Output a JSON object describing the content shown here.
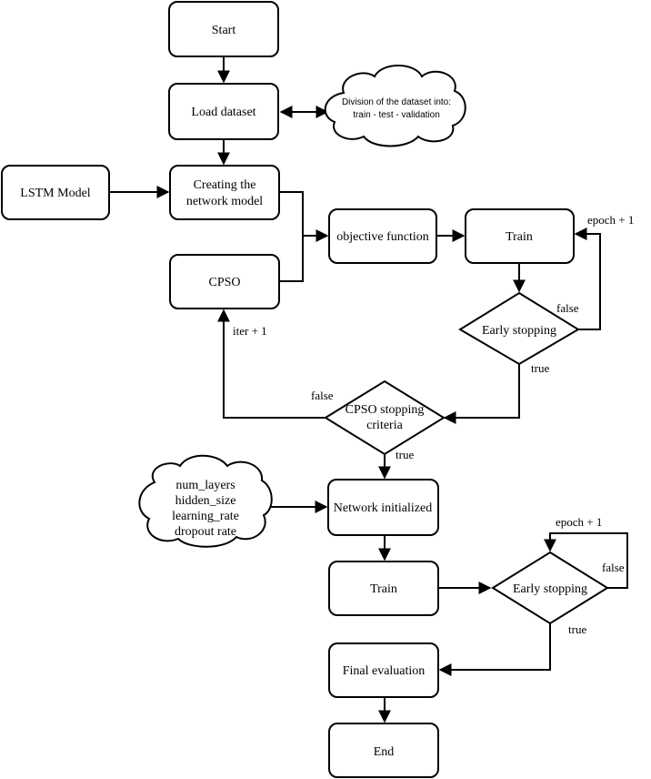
{
  "nodes": {
    "start": "Start",
    "load_dataset": "Load dataset",
    "division_note_line1": "Division of the dataset into:",
    "division_note_line2": "train - test - validation",
    "lstm_model": "LSTM Model",
    "creating_model_line1": "Creating the",
    "creating_model_line2": "network model",
    "cpso": "CPSO",
    "objective_function": "objective function",
    "train_1": "Train",
    "early_stopping_1": "Early stopping",
    "cpso_stopping_line1": "CPSO stopping",
    "cpso_stopping_line2": "criteria",
    "params_line1": "num_layers",
    "params_line2": "hidden_size",
    "params_line3": "learning_rate",
    "params_line4": "dropout rate",
    "network_initialized": "Network initialized",
    "train_2": "Train",
    "early_stopping_2": "Early stopping",
    "final_evaluation": "Final evaluation",
    "end": "End"
  },
  "edge_labels": {
    "epoch_plus_1_top": "epoch + 1",
    "false_es1": "false",
    "true_es1": "true",
    "iter_plus_1": "iter + 1",
    "false_cpso": "false",
    "true_cpso": "true",
    "epoch_plus_1_bottom": "epoch + 1",
    "false_es2": "false",
    "true_es2": "true"
  }
}
